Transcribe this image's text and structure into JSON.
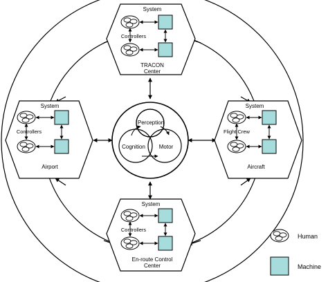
{
  "top_node": {
    "system_label": "System",
    "controllers_label": "Controllers",
    "name_line1": "TRACON",
    "name_line2": "Center"
  },
  "left_node": {
    "system_label": "System",
    "controllers_label": "Controllers",
    "name": "Airport"
  },
  "right_node": {
    "system_label": "System",
    "crew_label": "Flight Crew",
    "name": "Aircraft"
  },
  "bottom_node": {
    "system_label": "System",
    "controllers_label": "Controllers",
    "name_line1": "En-route Control",
    "name_line2": "Center"
  },
  "center_node": {
    "perception": "Perception",
    "cognition": "Cognition",
    "motor": "Motor"
  },
  "legend": {
    "human": "Human",
    "machine": "Machine"
  },
  "colors": {
    "machine_fill": "#a6dcdc",
    "stroke": "#000000"
  }
}
